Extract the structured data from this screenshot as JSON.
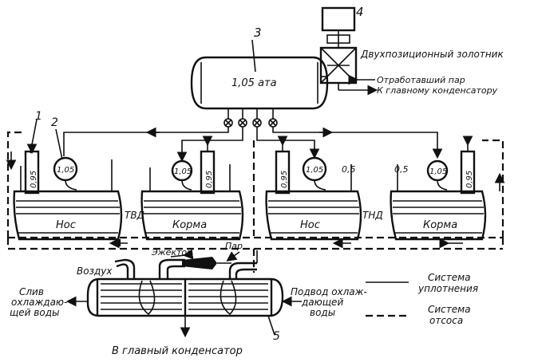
{
  "labels": {
    "n1": "1",
    "n2": "2",
    "n3": "3",
    "n4": "4",
    "n5": "5",
    "receiver_pressure": "1,05 ата",
    "valve": "Двухпозиционный золотник",
    "exhaust_steam": "Отработавший пар",
    "to_main_condenser_top": "К главному конденсатору",
    "g1_pressure": "1,05",
    "g2_pressure": "1,05",
    "g3_pressure": "1,05",
    "g4_pressure": "1,05",
    "p1_095": "0,95",
    "p2_095": "0,95",
    "p3_095": "0,95",
    "p4_095": "0,95",
    "p3_05": "0,5",
    "p4_05": "0,5",
    "hp_turbine": "ТВД",
    "lp_turbine": "ТНД",
    "bow1": "Нос",
    "stern1": "Корма",
    "bow2": "Нос",
    "stern2": "Корма",
    "ejector": "Эжектор",
    "steam": "Пар",
    "air": "Воздух",
    "drain_line1": "Слив",
    "drain_line2": "охлаждаю-",
    "drain_line3": "щей воды",
    "supply_line1": "Подвод охлаж-",
    "supply_line2": "дающей",
    "supply_line3": "воды",
    "to_main_condenser_bottom": "В главный конденсатор",
    "legend_seal_1": "Система",
    "legend_seal_2": "уплотнения",
    "legend_suction_1": "Система",
    "legend_suction_2": "отсоса"
  }
}
